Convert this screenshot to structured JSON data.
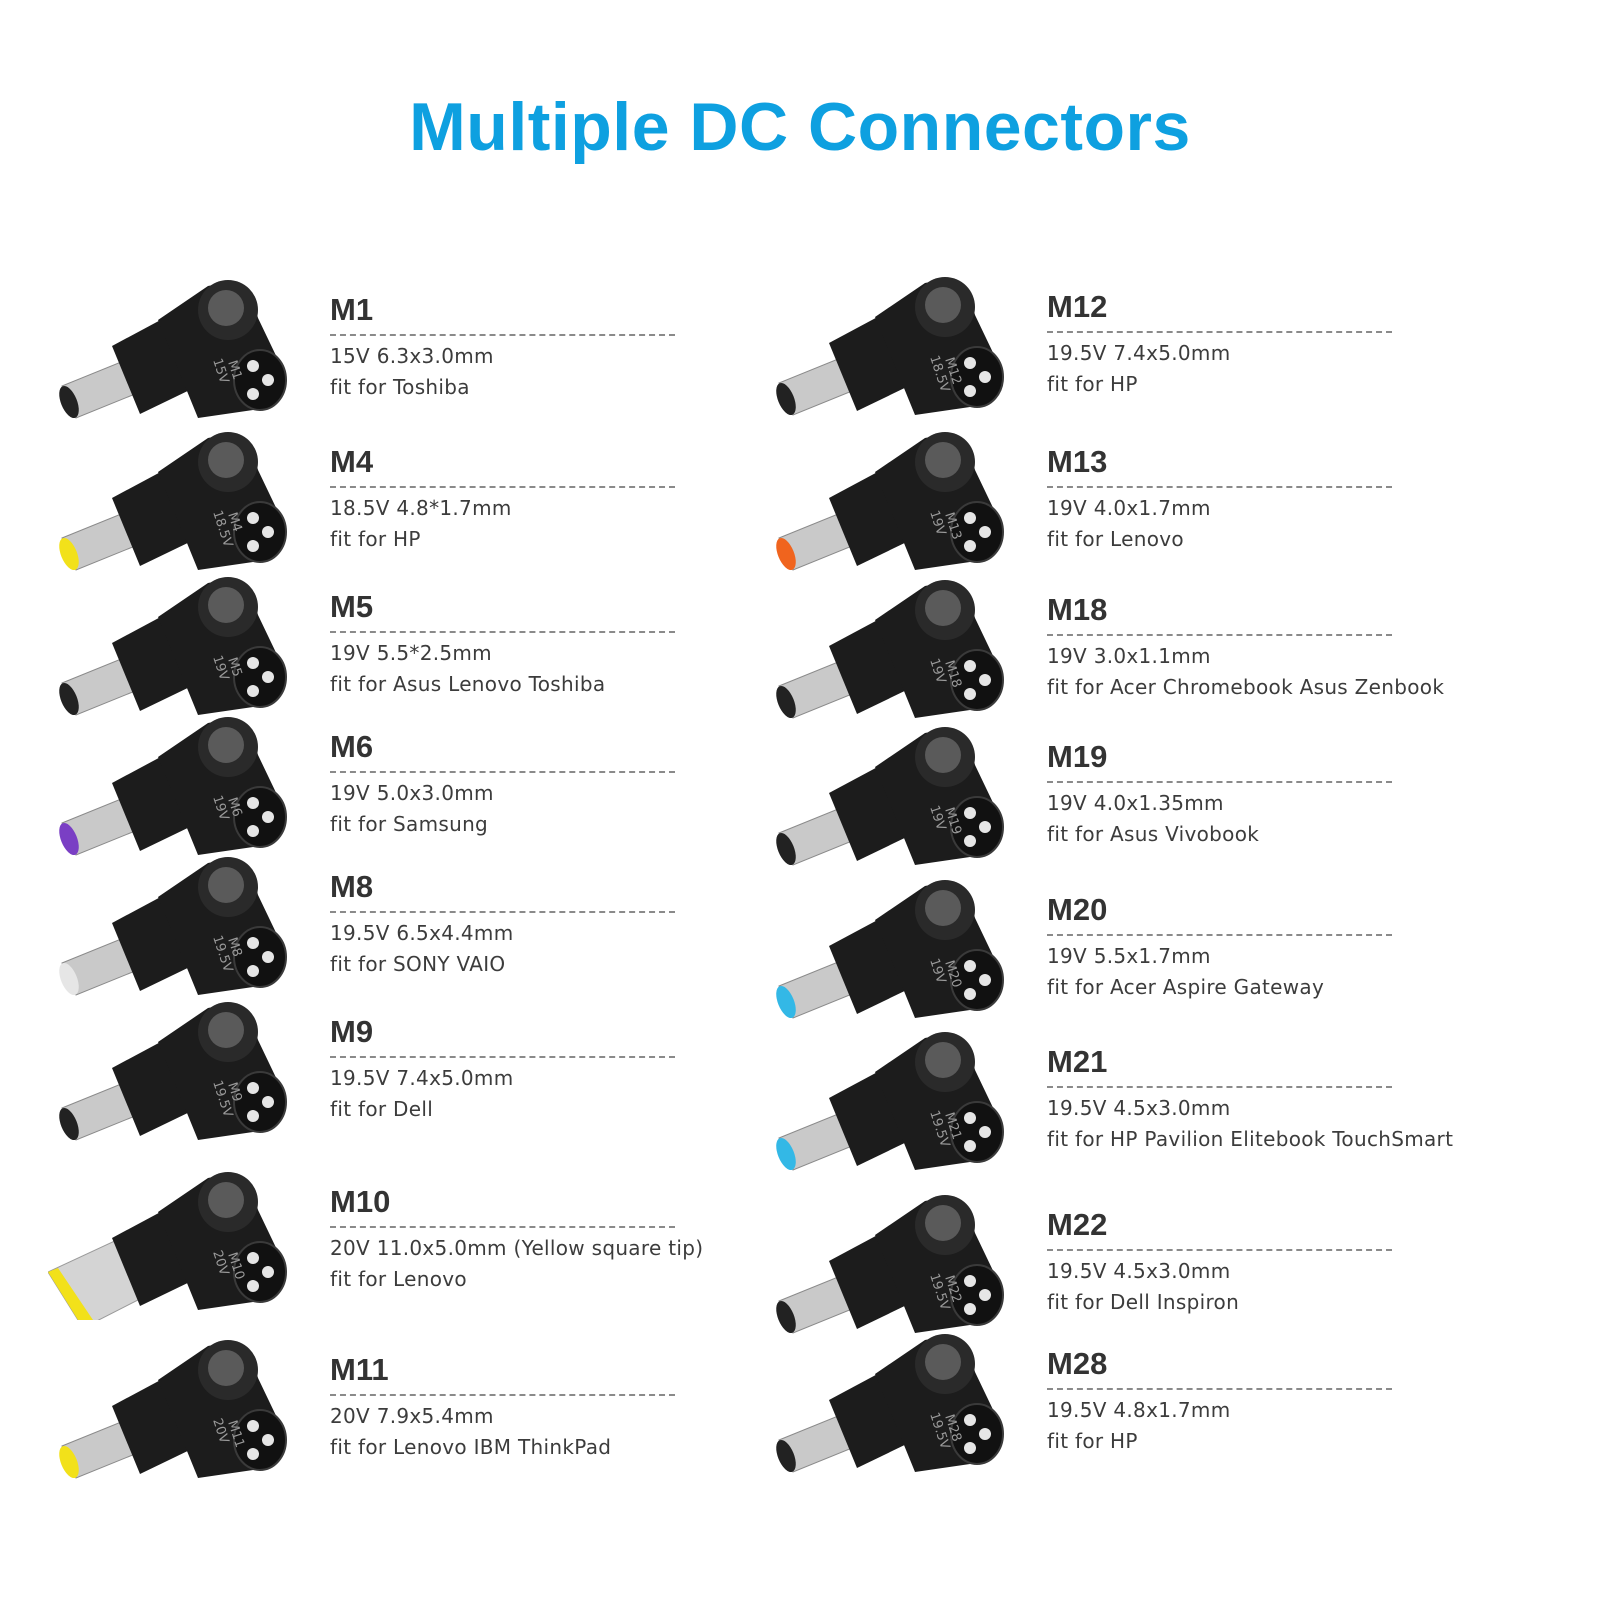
{
  "title": "Multiple DC Connectors",
  "colors": {
    "title": "#0ea0e0",
    "connector_body": "#1c1c1c",
    "cap_disc": "#5a5a5a",
    "barrel": "#c9c9c9"
  },
  "left_column": [
    {
      "model": "M1",
      "spec": "15V  6.3x3.0mm",
      "fit": "fit for Toshiba",
      "label_top": "15V",
      "label_bottom": "M1",
      "tip_color": "#222222",
      "tip": "round"
    },
    {
      "model": "M4",
      "spec": "18.5V  4.8*1.7mm",
      "fit": "fit for HP",
      "label_top": "18.5V",
      "label_bottom": "M4",
      "tip_color": "#f2e11a",
      "tip": "round"
    },
    {
      "model": "M5",
      "spec": "19V  5.5*2.5mm",
      "fit": "fit for Asus Lenovo Toshiba",
      "label_top": "19V",
      "label_bottom": "M5",
      "tip_color": "#222222",
      "tip": "round"
    },
    {
      "model": "M6",
      "spec": "19V  5.0x3.0mm",
      "fit": "fit for Samsung",
      "label_top": "19V",
      "label_bottom": "M6",
      "tip_color": "#7a3fc4",
      "tip": "round"
    },
    {
      "model": "M8",
      "spec": "19.5V  6.5x4.4mm",
      "fit": "fit for SONY VAIO",
      "label_top": "19.5V",
      "label_bottom": "M8",
      "tip_color": "#e6e6e6",
      "tip": "round"
    },
    {
      "model": "M9",
      "spec": "19.5V  7.4x5.0mm",
      "fit": "fit for Dell",
      "label_top": "19.5V",
      "label_bottom": "M9",
      "tip_color": "#222222",
      "tip": "round"
    },
    {
      "model": "M10",
      "spec": "20V  11.0x5.0mm (Yellow square tip)",
      "fit": "fit for Lenovo",
      "label_top": "20V",
      "label_bottom": "M10",
      "tip_color": "#f2e11a",
      "tip": "square"
    },
    {
      "model": "M11",
      "spec": "20V  7.9x5.4mm",
      "fit": "fit for Lenovo IBM ThinkPad",
      "label_top": "20V",
      "label_bottom": "M11",
      "tip_color": "#f2e11a",
      "tip": "round"
    }
  ],
  "right_column": [
    {
      "model": "M12",
      "spec": "19.5V  7.4x5.0mm",
      "fit": "fit for HP",
      "label_top": "18.5V",
      "label_bottom": "M12",
      "tip_color": "#222222",
      "tip": "round"
    },
    {
      "model": "M13",
      "spec": "19V  4.0x1.7mm",
      "fit": "fit for Lenovo",
      "label_top": "19V",
      "label_bottom": "M13",
      "tip_color": "#f0641e",
      "tip": "round"
    },
    {
      "model": "M18",
      "spec": "19V  3.0x1.1mm",
      "fit": "fit for Acer Chromebook Asus Zenbook",
      "label_top": "19V",
      "label_bottom": "M18",
      "tip_color": "#222222",
      "tip": "round"
    },
    {
      "model": "M19",
      "spec": "19V  4.0x1.35mm",
      "fit": "fit for Asus Vivobook",
      "label_top": "19V",
      "label_bottom": "M19",
      "tip_color": "#222222",
      "tip": "round"
    },
    {
      "model": "M20",
      "spec": "19V  5.5x1.7mm",
      "fit": "fit for Acer Aspire Gateway",
      "label_top": "19V",
      "label_bottom": "M20",
      "tip_color": "#33b8e6",
      "tip": "round"
    },
    {
      "model": "M21",
      "spec": "19.5V  4.5x3.0mm",
      "fit": "fit for HP Pavilion Elitebook TouchSmart",
      "label_top": "19.5V",
      "label_bottom": "M21",
      "tip_color": "#33b8e6",
      "tip": "round"
    },
    {
      "model": "M22",
      "spec": "19.5V 4.5x3.0mm",
      "fit": "fit for Dell Inspiron",
      "label_top": "19.5V",
      "label_bottom": "M22",
      "tip_color": "#222222",
      "tip": "round"
    },
    {
      "model": "M28",
      "spec": "19.5V 4.8x1.7mm",
      "fit": "fit for HP",
      "label_top": "19.5V",
      "label_bottom": "M28",
      "tip_color": "#222222",
      "tip": "round"
    }
  ]
}
